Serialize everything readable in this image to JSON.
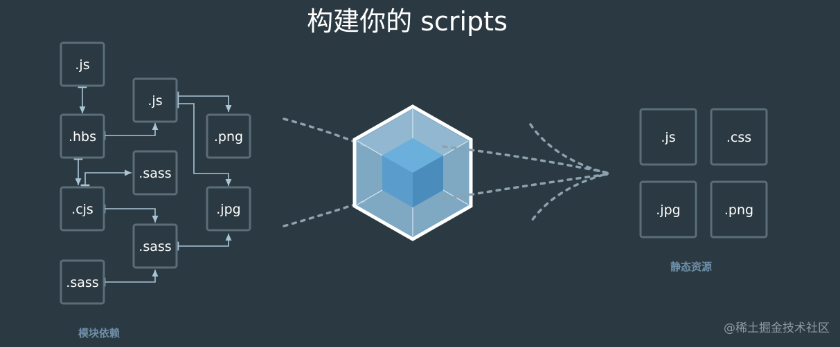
{
  "title": "构建你的 scripts",
  "dependency_caption": "模块依赖",
  "assets_caption": "静态资源",
  "watermark": "@稀土掘金技术社区",
  "colors": {
    "background": "#2b3a42",
    "box_border": "#5b6d78",
    "arrow": "#a9c5d6",
    "cube_outer": "#8ebcd8",
    "cube_inner": "#5a9dcc"
  },
  "modules": [
    {
      "id": "js-top",
      "label": ".js"
    },
    {
      "id": "hbs",
      "label": ".hbs"
    },
    {
      "id": "cjs",
      "label": ".cjs"
    },
    {
      "id": "sass-bottom",
      "label": ".sass"
    },
    {
      "id": "js-mid",
      "label": ".js"
    },
    {
      "id": "sass-upper",
      "label": ".sass"
    },
    {
      "id": "sass-mid",
      "label": ".sass"
    },
    {
      "id": "png",
      "label": ".png"
    },
    {
      "id": "jpg",
      "label": ".jpg"
    }
  ],
  "assets": [
    {
      "id": "out-js",
      "label": ".js"
    },
    {
      "id": "out-css",
      "label": ".css"
    },
    {
      "id": "out-jpg",
      "label": ".jpg"
    },
    {
      "id": "out-png",
      "label": ".png"
    }
  ]
}
